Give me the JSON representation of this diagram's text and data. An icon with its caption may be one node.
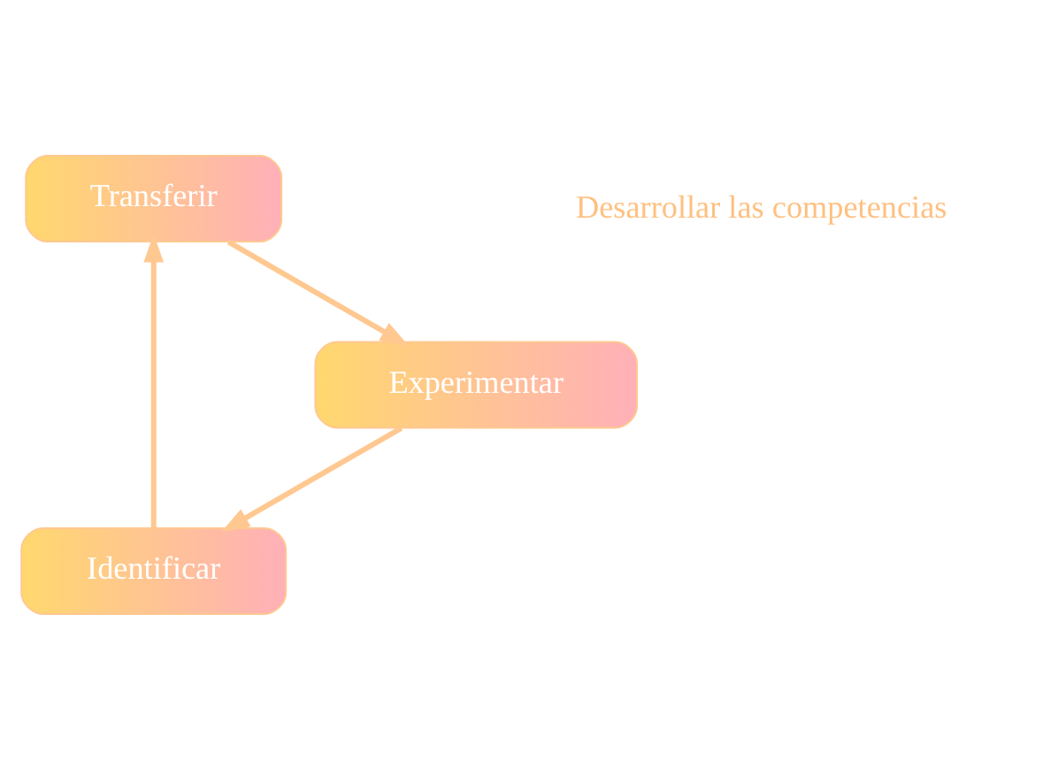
{
  "diagram": {
    "nodes": [
      {
        "text": [
          "Identificar"
        ]
      },
      {
        "text": [
          "Transferir"
        ]
      },
      {
        "text": [
          "Experimentar"
        ]
      },
      {
        "text": [
          "Desarrollar las competencias"
        ]
      }
    ],
    "edges": [
      {
        "from": 0,
        "to": 1,
        "arrow": "to"
      },
      {
        "from": 1,
        "to": 2,
        "arrow": "to"
      },
      {
        "from": 2,
        "to": 0,
        "arrow": "to"
      }
    ]
  }
}
